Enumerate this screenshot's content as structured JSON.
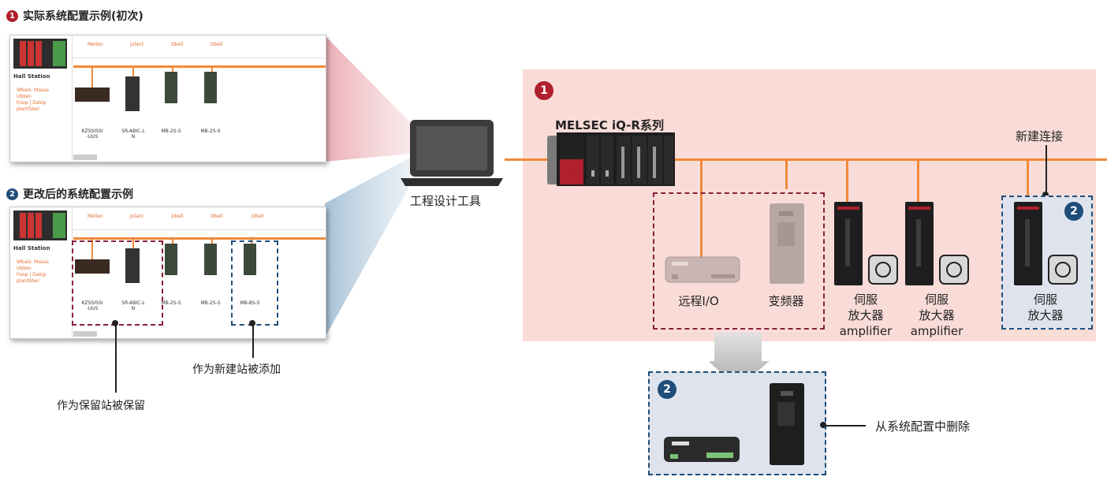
{
  "headings": {
    "actual": {
      "badge": "1",
      "text": "实际系统配置示例(初次)"
    },
    "changed": {
      "badge": "2",
      "text": "更改后的系统配置示例"
    }
  },
  "screenshot": {
    "side_title": "Hall Station",
    "side_text": "Wbals: Massa\nUbber-\nFoop | Dakip\nplantSber",
    "top_labels": [
      "Mellen",
      "Jolant",
      "Dbell",
      "Dbell"
    ],
    "device_names_1": [
      "KZSSISSI\n-UUS",
      "SR-ABIC-L\nN",
      "MB-2S-S",
      "MB-2S-S"
    ],
    "device_names_2": [
      "KZSSISSI\n-UUS",
      "SR-ABIC-L\nN",
      "MB-2S-S",
      "MB-2S-S",
      "MB-BS-S"
    ]
  },
  "laptop_label": "工程设计工具",
  "config": {
    "badge1": "1",
    "plc_label": "MELSEC iQ-R系列",
    "new_connection": "新建连接",
    "remote_io": "远程I/O",
    "inverter": "变频器",
    "servo1": [
      "伺服",
      "放大器",
      "amplifier"
    ],
    "servo2": [
      "伺服",
      "放大器",
      "amplifier"
    ],
    "new_station": {
      "badge": "2",
      "lines": [
        "伺服",
        "放大器"
      ]
    }
  },
  "removed": {
    "badge": "2",
    "label": "从系统配置中删除"
  },
  "annotations": {
    "kept": "作为保留站被保留",
    "added": "作为新建站被添加"
  },
  "colors": {
    "accent_red": "#b0202d",
    "accent_blue": "#1f4e7a",
    "bus_orange": "#f08a3a",
    "pink_bg": "#f9dcd8"
  }
}
